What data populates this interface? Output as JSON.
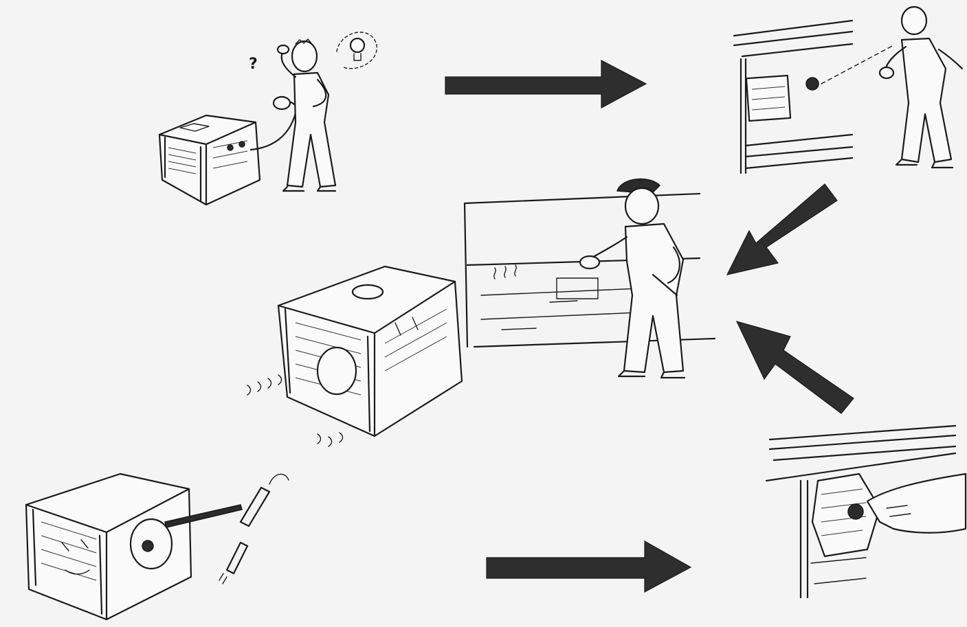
{
  "scene": {
    "panels": [
      {
        "id": "problem",
        "description_icon": "generator-with-confused-person-icon",
        "question_mark": "?"
      },
      {
        "id": "inspect-panel",
        "description_icon": "person-checking-control-panel-icon"
      },
      {
        "id": "service",
        "description_icon": "mechanic-at-workshop-icon"
      },
      {
        "id": "vibrating",
        "description_icon": "vibrating-generator-icon"
      },
      {
        "id": "spark-plug",
        "description_icon": "generator-spark-plug-icon"
      },
      {
        "id": "fuel-valve",
        "description_icon": "hand-adjusting-engine-icon"
      }
    ],
    "arrows": [
      {
        "id": "arrow-top",
        "direction": "right"
      },
      {
        "id": "arrow-upper-diagonal",
        "direction": "down-left"
      },
      {
        "id": "arrow-lower-diagonal",
        "direction": "up-left"
      },
      {
        "id": "arrow-bottom",
        "direction": "right"
      }
    ],
    "colors": {
      "ink": "#1a1a1a",
      "paper": "#f4f4f4",
      "arrow": "#2e2e2e"
    }
  }
}
